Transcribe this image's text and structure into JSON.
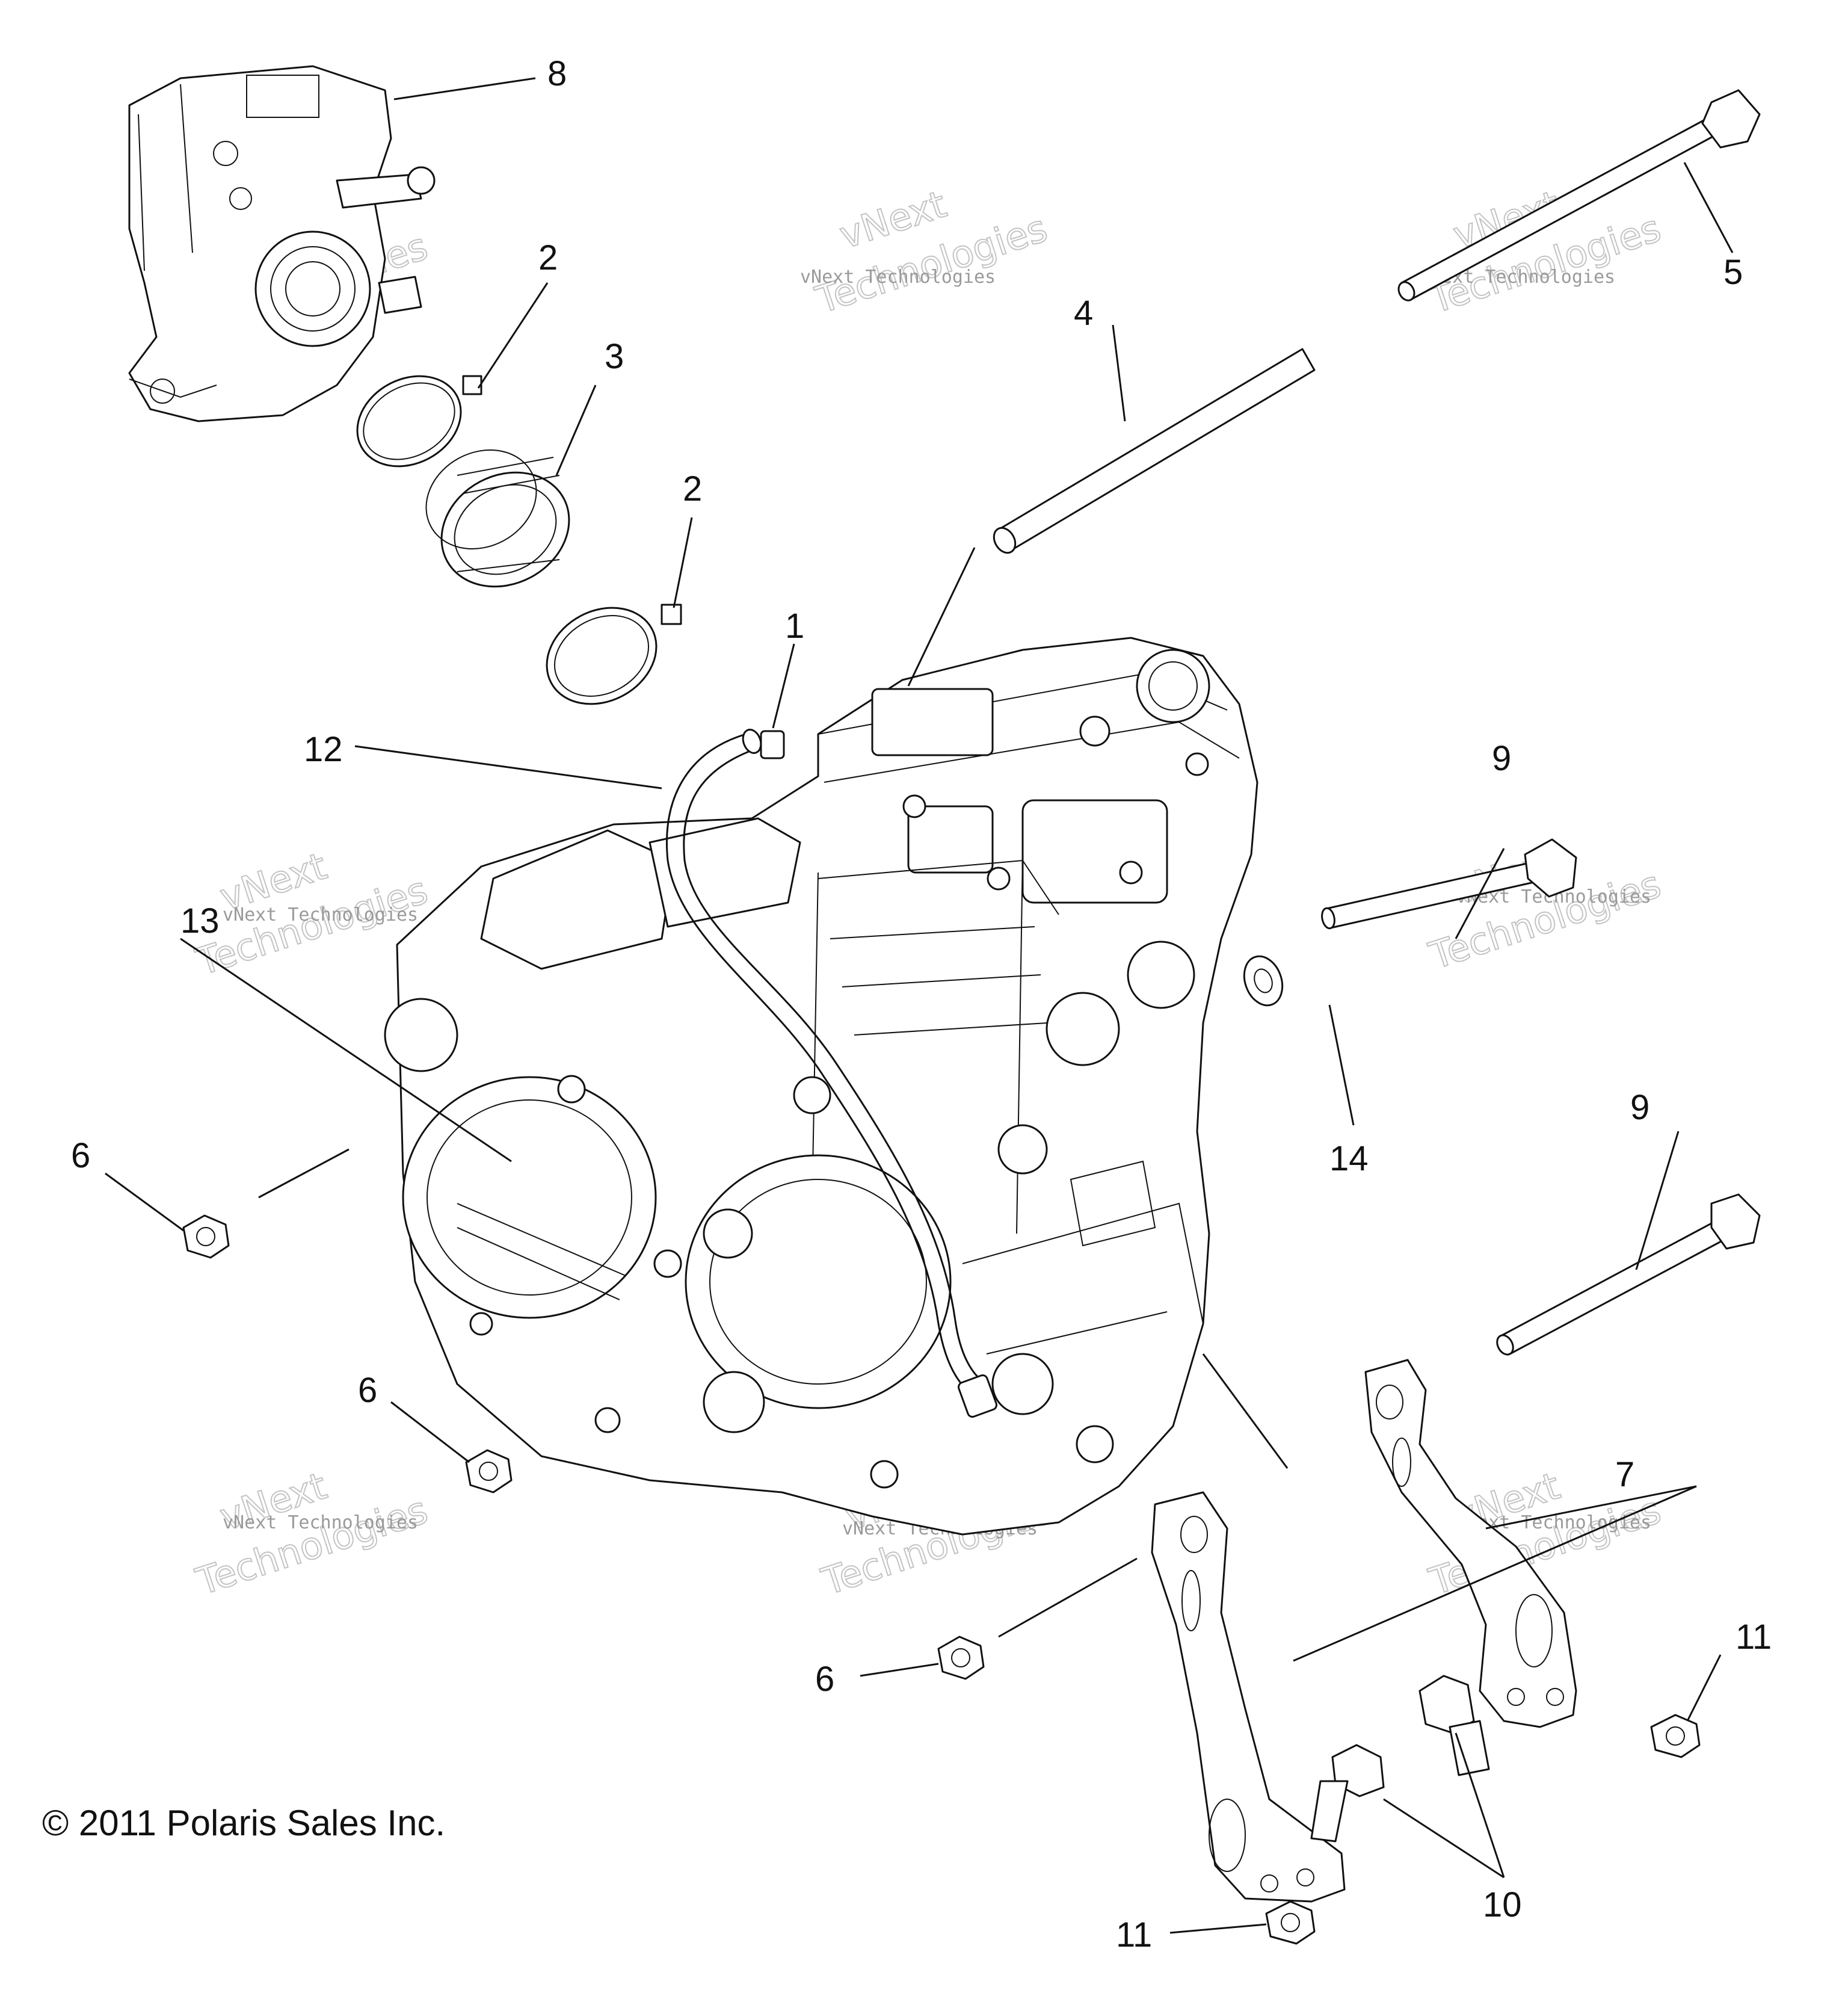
{
  "diagram": {
    "callouts": {
      "n1": "1",
      "n2a": "2",
      "n2b": "2",
      "n3": "3",
      "n4": "4",
      "n5": "5",
      "n6a": "6",
      "n6b": "6",
      "n6c": "6",
      "n7": "7",
      "n8": "8",
      "n9a": "9",
      "n9b": "9",
      "n10": "10",
      "n11a": "11",
      "n11b": "11",
      "n12": "12",
      "n13": "13",
      "n14": "14"
    },
    "watermark": {
      "small": "vNext Technologies",
      "large_top": "vNext",
      "large_bottom": "Technologies"
    },
    "copyright": "© 2011 Polaris Sales Inc."
  }
}
